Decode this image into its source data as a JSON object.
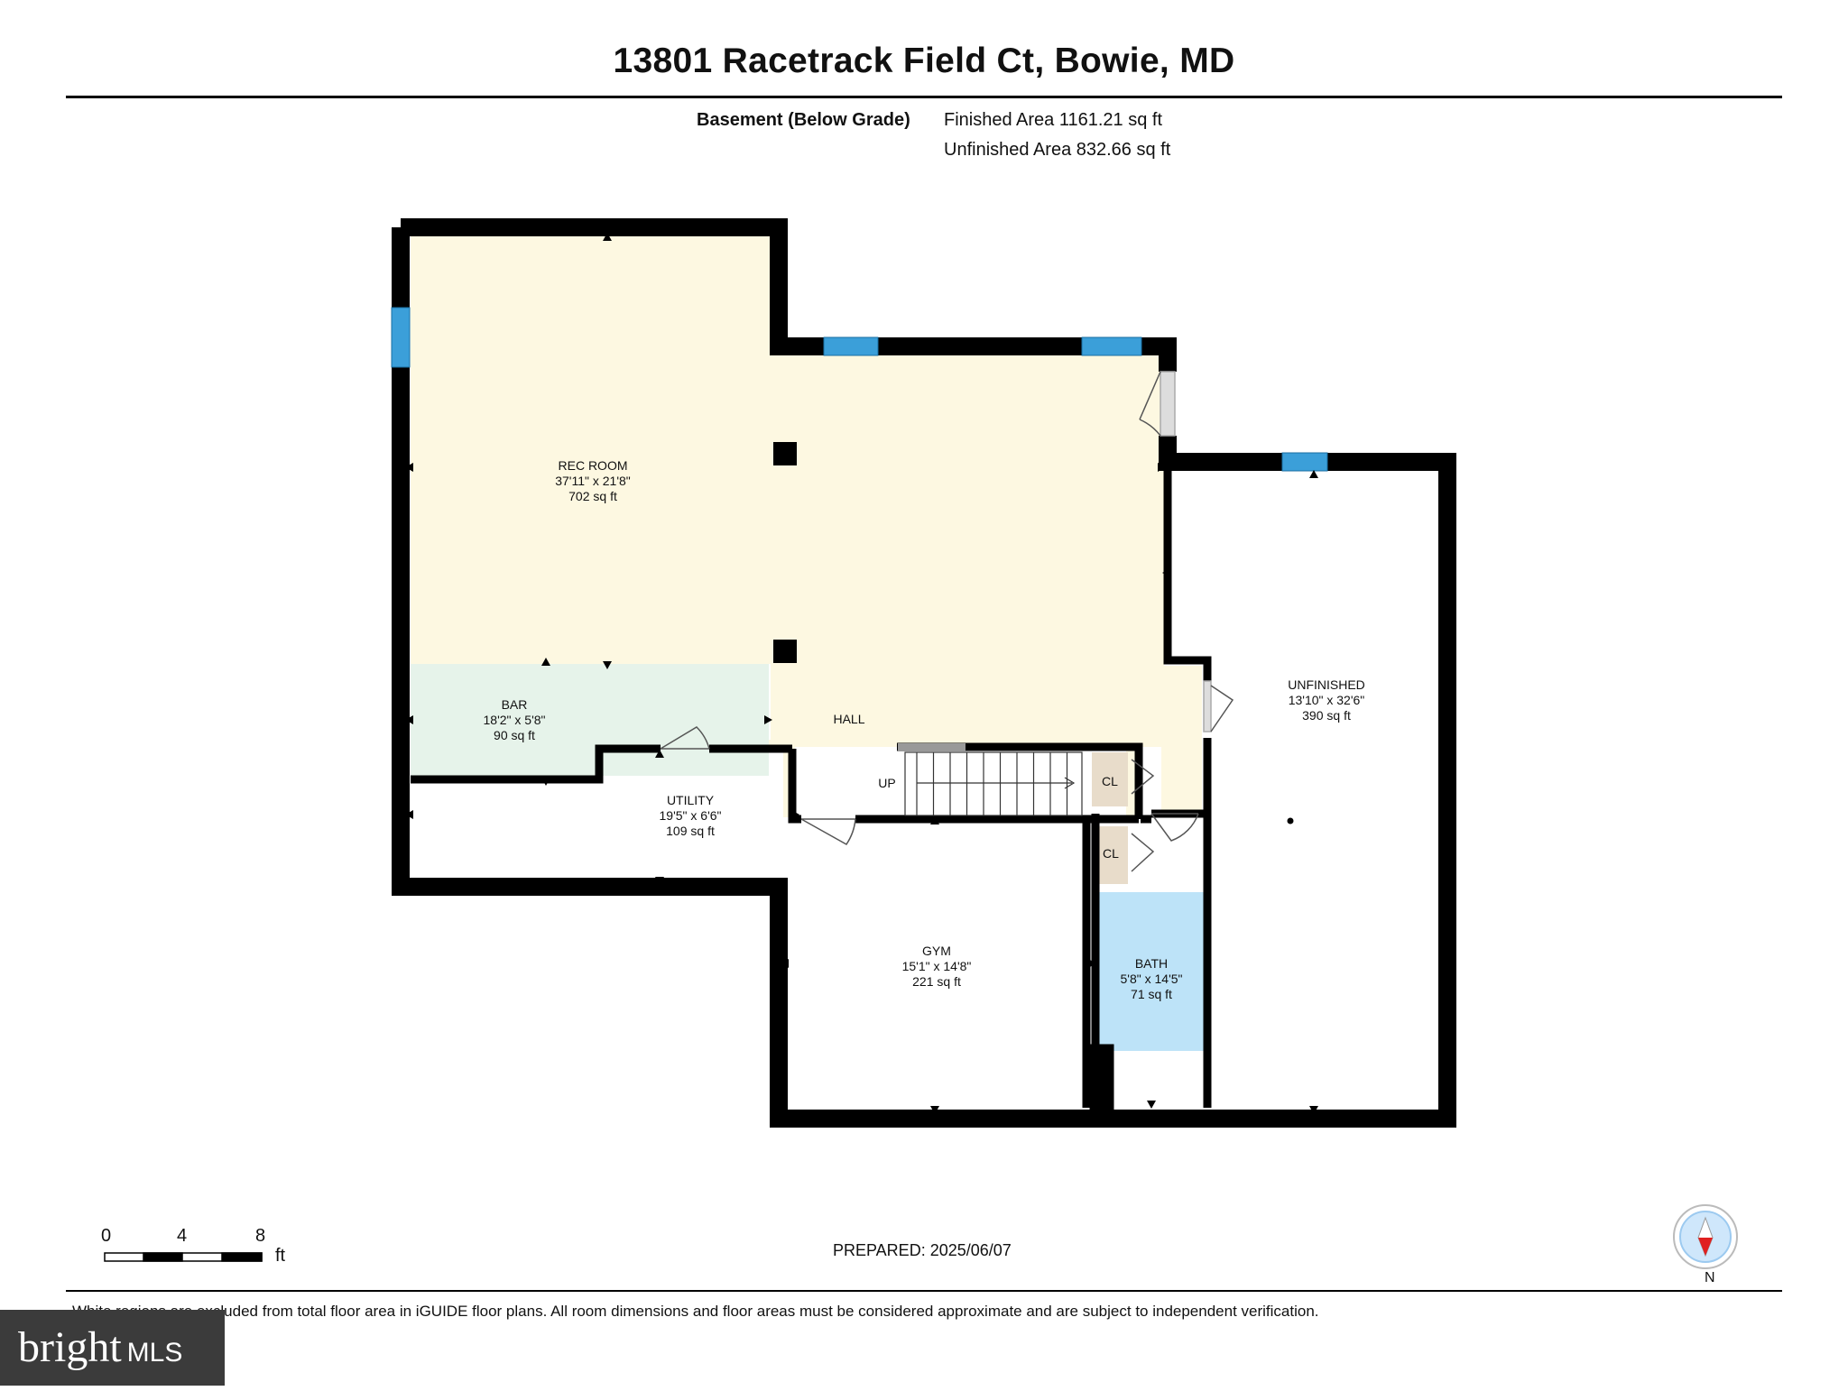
{
  "title": "13801 Racetrack Field Ct, Bowie, MD",
  "level": {
    "name": "Basement (Below Grade)",
    "finished": "Finished Area 1161.21 sq ft",
    "unfinished": "Unfinished Area 832.66 sq ft"
  },
  "rooms": {
    "rec": {
      "name": "REC ROOM",
      "dims": "37'11\" x 21'8\"",
      "area": "702 sq ft"
    },
    "bar": {
      "name": "BAR",
      "dims": "18'2\" x 5'8\"",
      "area": "90 sq ft"
    },
    "hall": {
      "name": "HALL"
    },
    "utility": {
      "name": "UTILITY",
      "dims": "19'5\" x 6'6\"",
      "area": "109 sq ft"
    },
    "gym": {
      "name": "GYM",
      "dims": "15'1\" x 14'8\"",
      "area": "221 sq ft"
    },
    "bath": {
      "name": "BATH",
      "dims": "5'8\" x 14'5\"",
      "area": "71 sq ft"
    },
    "unfinished": {
      "name": "UNFINISHED",
      "dims": "13'10\" x 32'6\"",
      "area": "390 sq ft"
    },
    "cl1": {
      "name": "CL"
    },
    "cl2": {
      "name": "CL"
    },
    "stairs": {
      "name": "UP"
    }
  },
  "colors": {
    "rec": "#fdf8e1",
    "bar": "#e6f3ea",
    "bath": "#bde3f8",
    "closet": "#e8dcca",
    "window": "#3b9fd9",
    "wall": "#000000"
  },
  "scale": {
    "ticks": [
      "0",
      "4",
      "8"
    ],
    "unit": "ft"
  },
  "prepared": "PREPARED: 2025/06/07",
  "disclaimer": "White regions are excluded from total floor area in iGUIDE floor plans. All room dimensions and floor areas must be considered approximate and are subject to independent verification.",
  "compass": {
    "label": "N"
  },
  "brand": {
    "name": "bright",
    "suffix": "MLS"
  }
}
